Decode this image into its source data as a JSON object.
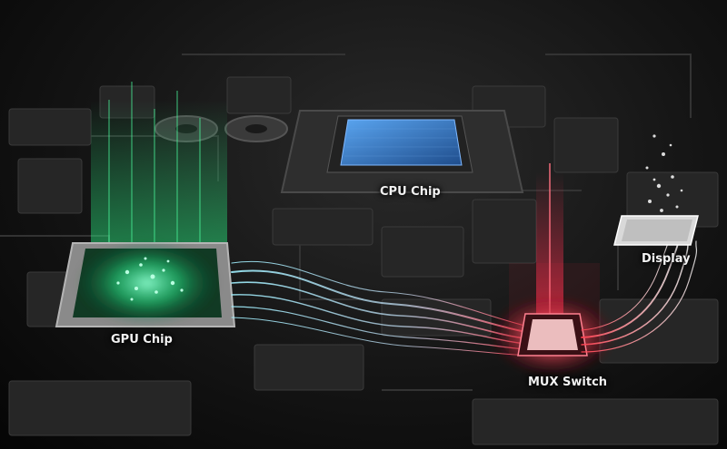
{
  "labels": {
    "cpu": "CPU Chip",
    "gpu": "GPU Chip",
    "mux": "MUX Switch",
    "display": "Display"
  },
  "colors": {
    "background": "#0a0a0a",
    "board": "#2c2c2c",
    "cpu_die": "#3a7fc8",
    "gpu_glow": "#3dff9a",
    "gpu_to_mux_flow": "#7fe3ff",
    "mux_glow": "#ff3b4a",
    "mux_core": "#ffd0d0",
    "display_panel": "#e8e8e8"
  },
  "icons": {
    "cpu": "cpu-chip-icon",
    "gpu": "gpu-chip-icon",
    "mux": "mux-switch-icon",
    "display": "display-panel-icon"
  }
}
